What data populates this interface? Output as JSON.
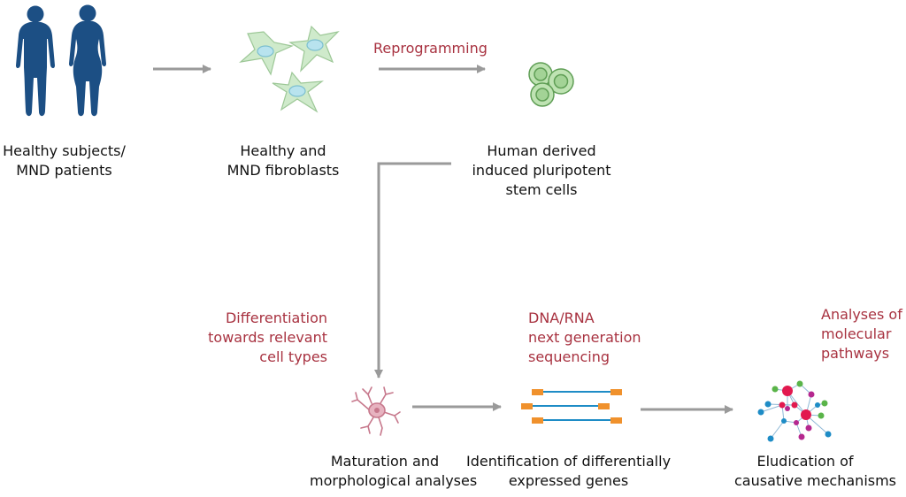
{
  "colors": {
    "arrow": "#9a9a9a",
    "human_silhouette": "#1c4f84",
    "fibroblast_fill": "#cfeacb",
    "fibroblast_nucleus": "#b8e3ee",
    "stem_cell_fill": "#a9d79c",
    "neuron": "#c7788c",
    "dna_strand": "#1e8cc6",
    "dna_end": "#f0912c",
    "network_blue": "#1e8cc6",
    "network_red": "#e2194f",
    "network_magenta": "#b5288f",
    "network_green": "#5ab449",
    "network_line": "#8fb8d6",
    "accent_text": "#a83240"
  },
  "icons": {
    "humans": "human-silhouettes-icon",
    "fibroblasts": "fibroblast-cells-icon",
    "stem_cells": "stem-cells-icon",
    "neuron": "neuron-icon",
    "sequencing": "dna-strands-icon",
    "network": "molecular-network-icon"
  },
  "nodes": {
    "subjects": [
      "Healthy subjects/",
      "MND patients"
    ],
    "fibroblasts": [
      "Healthy and",
      "MND fibroblasts"
    ],
    "ipsc": [
      "Human derived",
      "induced pluripotent",
      "stem cells"
    ],
    "maturation": [
      "Maturation and",
      "morphological analyses"
    ],
    "identification": [
      "Identification of differentially",
      "expressed genes"
    ],
    "elucidation": [
      "Eludication of",
      "causative mechanisms"
    ]
  },
  "steps": {
    "reprogramming": [
      "Reprogramming"
    ],
    "differentiation": [
      "Differentiation",
      "towards relevant",
      "cell types"
    ],
    "sequencing": [
      "DNA/RNA",
      "next generation",
      "sequencing"
    ],
    "pathways": [
      "Analyses of",
      "molecular",
      "pathways"
    ]
  }
}
